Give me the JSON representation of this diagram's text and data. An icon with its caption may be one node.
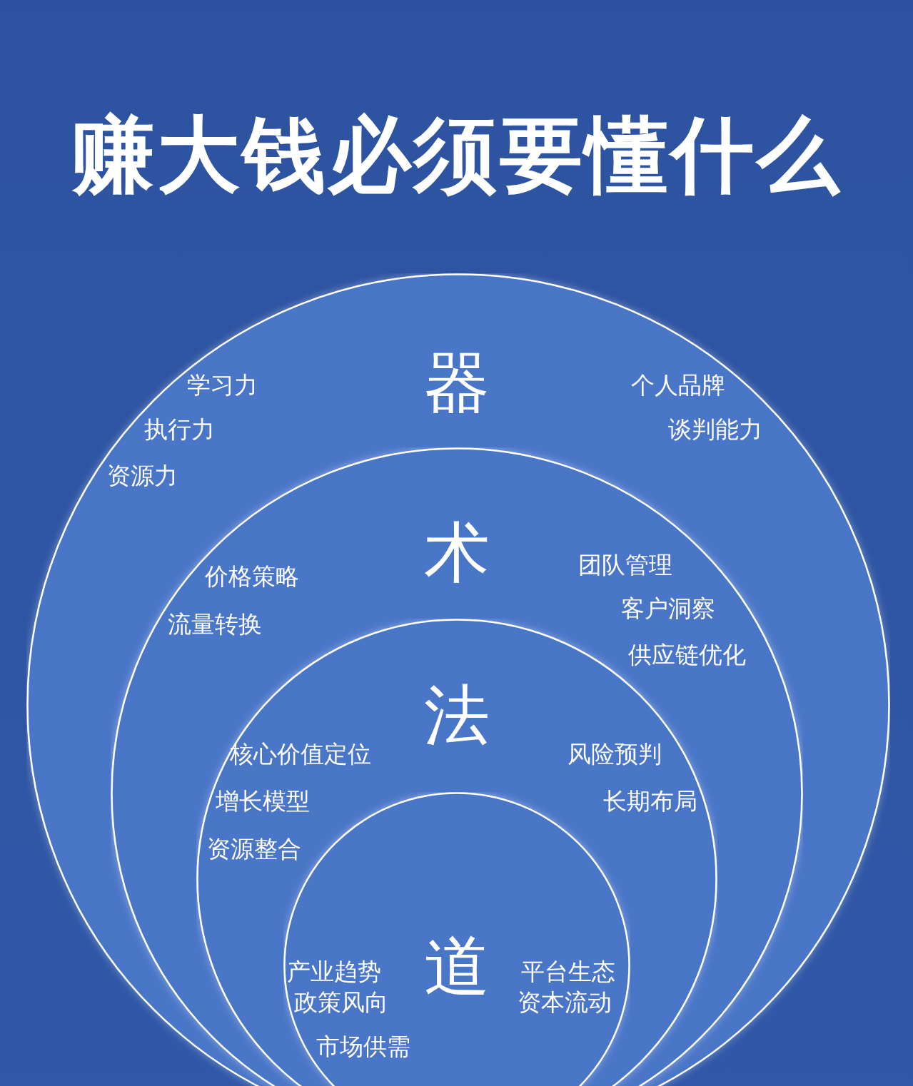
{
  "diagram": {
    "title": "赚大钱必须要懂什么",
    "nodes": [
      {
        "text": [
          "学习力",
          "器",
          "个人品牌",
          "执行力",
          "谈判能力",
          "资源力"
        ]
      },
      {
        "text": [
          "价格策略",
          "术",
          "团队管理",
          "流量转换",
          "客户洞察",
          "供应链优化"
        ],
        "in": 0
      },
      {
        "text": [
          "法",
          "核心价值定位",
          "风险预判",
          "增长模型",
          "长期布局",
          "资源整合"
        ],
        "in": 1
      },
      {
        "text": [
          "产业趋势",
          "道",
          "平台生态",
          "政策风向",
          "资本流动",
          "市场供需"
        ],
        "in": 2
      }
    ]
  }
}
